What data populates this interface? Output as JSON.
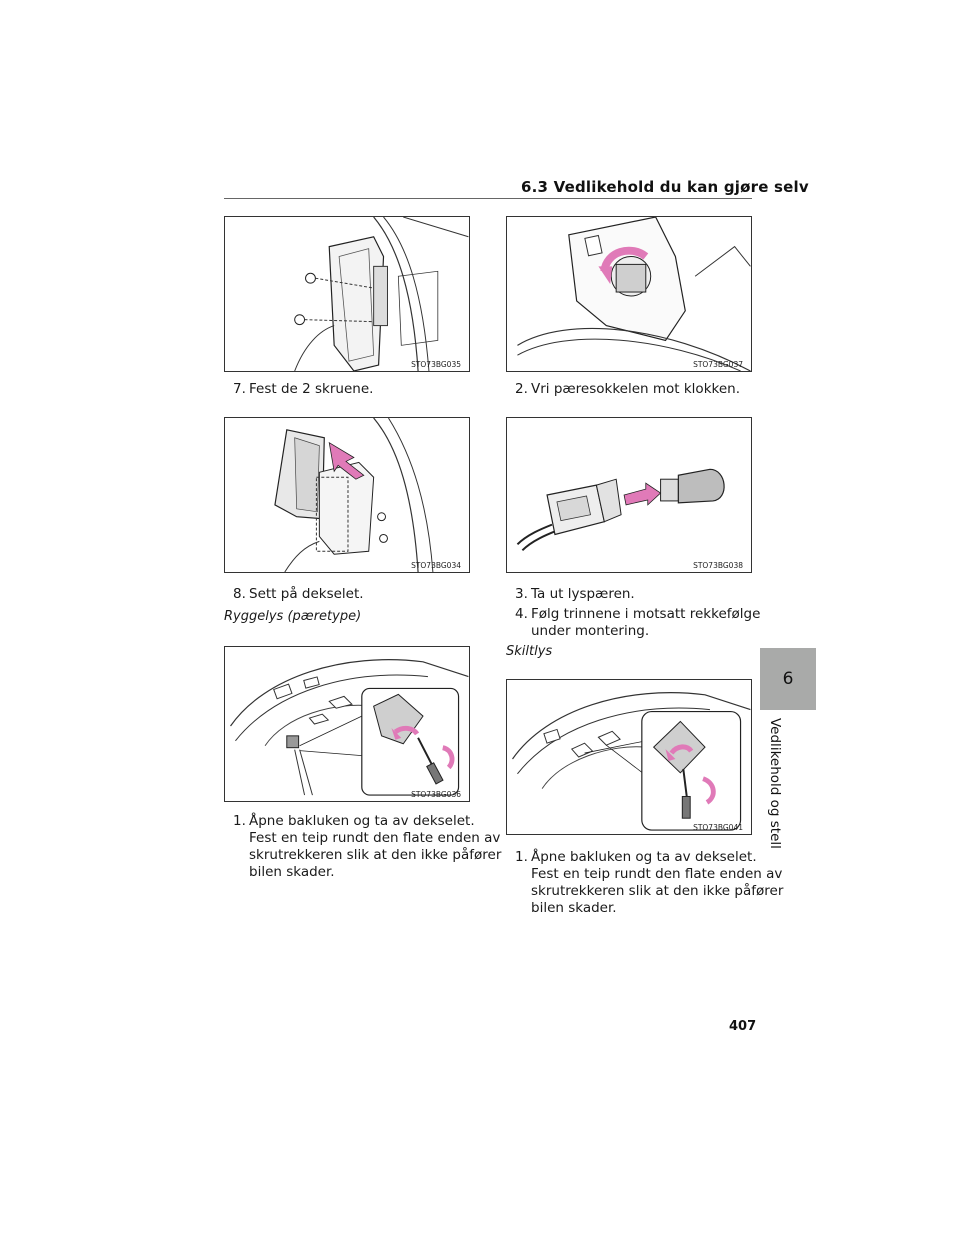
{
  "header": {
    "title": "6.3  Vedlikehold du kan gjøre selv"
  },
  "side_tab": {
    "number": "6",
    "label": "Vedlikehold og stell"
  },
  "page_number": "407",
  "figures": {
    "fig035": "STO73BG035",
    "fig037": "STO73BG037",
    "fig034": "STO73BG034",
    "fig038": "STO73BG038",
    "fig036": "STO73BG036",
    "fig041": "STO73BG041"
  },
  "left_column": {
    "step7": {
      "num": "7.",
      "text": "Fest de 2 skruene."
    },
    "step8": {
      "num": "8.",
      "text": "Sett på dekselet."
    },
    "section_reverse": "Ryggelys (pæretype)",
    "rev_step1": {
      "num": "1.",
      "text": "Åpne bakluken og ta av dekselet.",
      "line1": "Fest en teip rundt den flate enden av",
      "line2": "skrutrekkeren slik at den ikke påfører",
      "line3": "bilen skader."
    }
  },
  "right_column": {
    "step2": {
      "num": "2.",
      "text": "Vri pæresokkelen mot klokken."
    },
    "step3": {
      "num": "3.",
      "text": "Ta ut lyspæren."
    },
    "step4": {
      "num": "4.",
      "line1": "Følg trinnene i motsatt rekkefølge",
      "line2": "under montering."
    },
    "section_plate": "Skiltlys",
    "plate_step1": {
      "num": "1.",
      "text": "Åpne bakluken og ta av dekselet.",
      "line1": "Fest en teip rundt den flate enden av",
      "line2": "skrutrekkeren slik at den ikke påfører",
      "line3": "bilen skader."
    }
  }
}
